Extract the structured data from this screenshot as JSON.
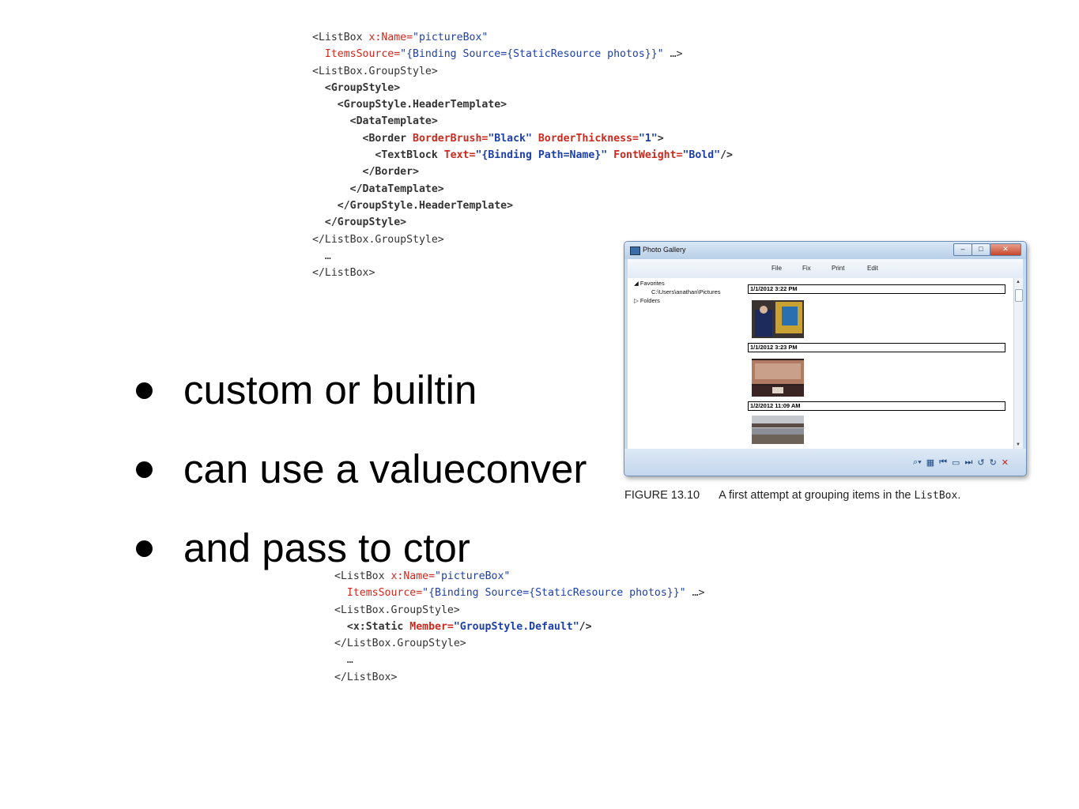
{
  "code_top": [
    [
      {
        "t": "<ListBox ",
        "c": "t"
      },
      {
        "t": "x:Name=",
        "c": "a"
      },
      {
        "t": "\"pictureBox\"",
        "c": "v"
      }
    ],
    [
      {
        "t": "  ItemsSource=",
        "c": "a"
      },
      {
        "t": "\"{Binding Source={StaticResource photos}}\"",
        "c": "v"
      },
      {
        "t": " …>",
        "c": "t"
      }
    ],
    [
      {
        "t": "<ListBox.GroupStyle>",
        "c": "t"
      }
    ],
    [
      {
        "t": "  <GroupStyle>",
        "c": "tb"
      }
    ],
    [
      {
        "t": "    <GroupStyle.HeaderTemplate>",
        "c": "tb"
      }
    ],
    [
      {
        "t": "      <DataTemplate>",
        "c": "tb"
      }
    ],
    [
      {
        "t": "        <Border ",
        "c": "tb"
      },
      {
        "t": "BorderBrush=",
        "c": "ab"
      },
      {
        "t": "\"Black\"",
        "c": "vb"
      },
      {
        "t": " ",
        "c": "t"
      },
      {
        "t": "BorderThickness=",
        "c": "ab"
      },
      {
        "t": "\"1\"",
        "c": "vb"
      },
      {
        "t": ">",
        "c": "tb"
      }
    ],
    [
      {
        "t": "          <TextBlock ",
        "c": "tb"
      },
      {
        "t": "Text=",
        "c": "ab"
      },
      {
        "t": "\"{Binding Path=Name}\"",
        "c": "vb"
      },
      {
        "t": " ",
        "c": "t"
      },
      {
        "t": "FontWeight=",
        "c": "ab"
      },
      {
        "t": "\"Bold\"",
        "c": "vb"
      },
      {
        "t": "/>",
        "c": "tb"
      }
    ],
    [
      {
        "t": "        </Border>",
        "c": "tb"
      }
    ],
    [
      {
        "t": "      </DataTemplate>",
        "c": "tb"
      }
    ],
    [
      {
        "t": "    </GroupStyle.HeaderTemplate>",
        "c": "tb"
      }
    ],
    [
      {
        "t": "  </GroupStyle>",
        "c": "tb"
      }
    ],
    [
      {
        "t": "</ListBox.GroupStyle>",
        "c": "t"
      }
    ],
    [
      {
        "t": "  …",
        "c": "t"
      }
    ],
    [
      {
        "t": "</ListBox>",
        "c": "t"
      }
    ]
  ],
  "code_bottom": [
    [
      {
        "t": "<ListBox ",
        "c": "t"
      },
      {
        "t": "x:Name=",
        "c": "a"
      },
      {
        "t": "\"pictureBox\"",
        "c": "v"
      }
    ],
    [
      {
        "t": "  ItemsSource=",
        "c": "a"
      },
      {
        "t": "\"{Binding Source={StaticResource photos}}\"",
        "c": "v"
      },
      {
        "t": " …>",
        "c": "t"
      }
    ],
    [
      {
        "t": "<ListBox.GroupStyle>",
        "c": "t"
      }
    ],
    [
      {
        "t": "  <x:Static ",
        "c": "tb"
      },
      {
        "t": "Member=",
        "c": "ab"
      },
      {
        "t": "\"GroupStyle.Default\"",
        "c": "vb"
      },
      {
        "t": "/>",
        "c": "tb"
      }
    ],
    [
      {
        "t": "</ListBox.GroupStyle>",
        "c": "t"
      }
    ],
    [
      {
        "t": "  …",
        "c": "t"
      }
    ],
    [
      {
        "t": "</ListBox>",
        "c": "t"
      }
    ]
  ],
  "bullets": [
    "custom or builtin",
    "can use a valueconver",
    "and pass to ctor"
  ],
  "window": {
    "title": "Photo Gallery",
    "menu": [
      "File",
      "Fix",
      "Print",
      "Edit"
    ],
    "tree": {
      "favorites": "◢ Favorites",
      "path": "C:\\Users\\anathan\\Pictures",
      "folders": "▷ Folders"
    },
    "groups": [
      "1/1/2012 3:22 PM",
      "1/1/2012 3:23 PM",
      "1/2/2012 11:09 AM"
    ],
    "controls": {
      "minimize": "–",
      "maximize": "□",
      "close": "✕"
    },
    "status_icons": [
      "⌕▾",
      "▦",
      "⏮",
      "▭",
      "⏭",
      "↺",
      "↻",
      "✕"
    ]
  },
  "caption": {
    "figure": "FIGURE 13.10",
    "text": "A first attempt at grouping items in the ",
    "code": "ListBox",
    "end": "."
  }
}
